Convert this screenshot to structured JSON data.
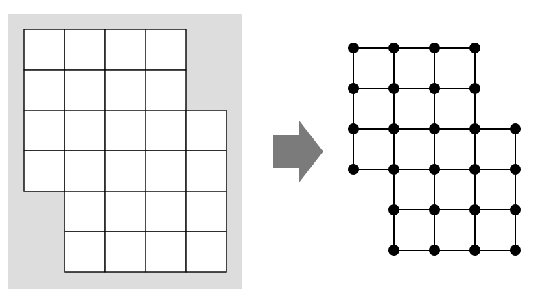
{
  "colors": {
    "background": "#ffffff",
    "panel_background": "#dcdddc",
    "cell_fill": "#ffffff",
    "grid_line": "#000000",
    "graph_edge": "#000000",
    "graph_node": "#000000",
    "arrow": "#7b7b7b"
  },
  "grid": {
    "cells": [
      [
        0,
        0
      ],
      [
        1,
        0
      ],
      [
        2,
        0
      ],
      [
        3,
        0
      ],
      [
        0,
        1
      ],
      [
        1,
        1
      ],
      [
        2,
        1
      ],
      [
        3,
        1
      ],
      [
        0,
        2
      ],
      [
        1,
        2
      ],
      [
        2,
        2
      ],
      [
        3,
        2
      ],
      [
        4,
        2
      ],
      [
        0,
        3
      ],
      [
        1,
        3
      ],
      [
        2,
        3
      ],
      [
        3,
        3
      ],
      [
        4,
        3
      ],
      [
        1,
        4
      ],
      [
        2,
        4
      ],
      [
        3,
        4
      ],
      [
        4,
        4
      ],
      [
        1,
        5
      ],
      [
        2,
        5
      ],
      [
        3,
        5
      ],
      [
        4,
        5
      ]
    ]
  },
  "graph": {
    "nodes": [
      [
        0,
        0
      ],
      [
        1,
        0
      ],
      [
        2,
        0
      ],
      [
        3,
        0
      ],
      [
        0,
        1
      ],
      [
        1,
        1
      ],
      [
        2,
        1
      ],
      [
        3,
        1
      ],
      [
        0,
        2
      ],
      [
        1,
        2
      ],
      [
        2,
        2
      ],
      [
        3,
        2
      ],
      [
        4,
        2
      ],
      [
        0,
        3
      ],
      [
        1,
        3
      ],
      [
        2,
        3
      ],
      [
        3,
        3
      ],
      [
        4,
        3
      ],
      [
        1,
        4
      ],
      [
        2,
        4
      ],
      [
        3,
        4
      ],
      [
        4,
        4
      ],
      [
        1,
        5
      ],
      [
        2,
        5
      ],
      [
        3,
        5
      ],
      [
        4,
        5
      ]
    ]
  },
  "arrow": {
    "icon": "right-arrow-icon",
    "direction": "right"
  }
}
